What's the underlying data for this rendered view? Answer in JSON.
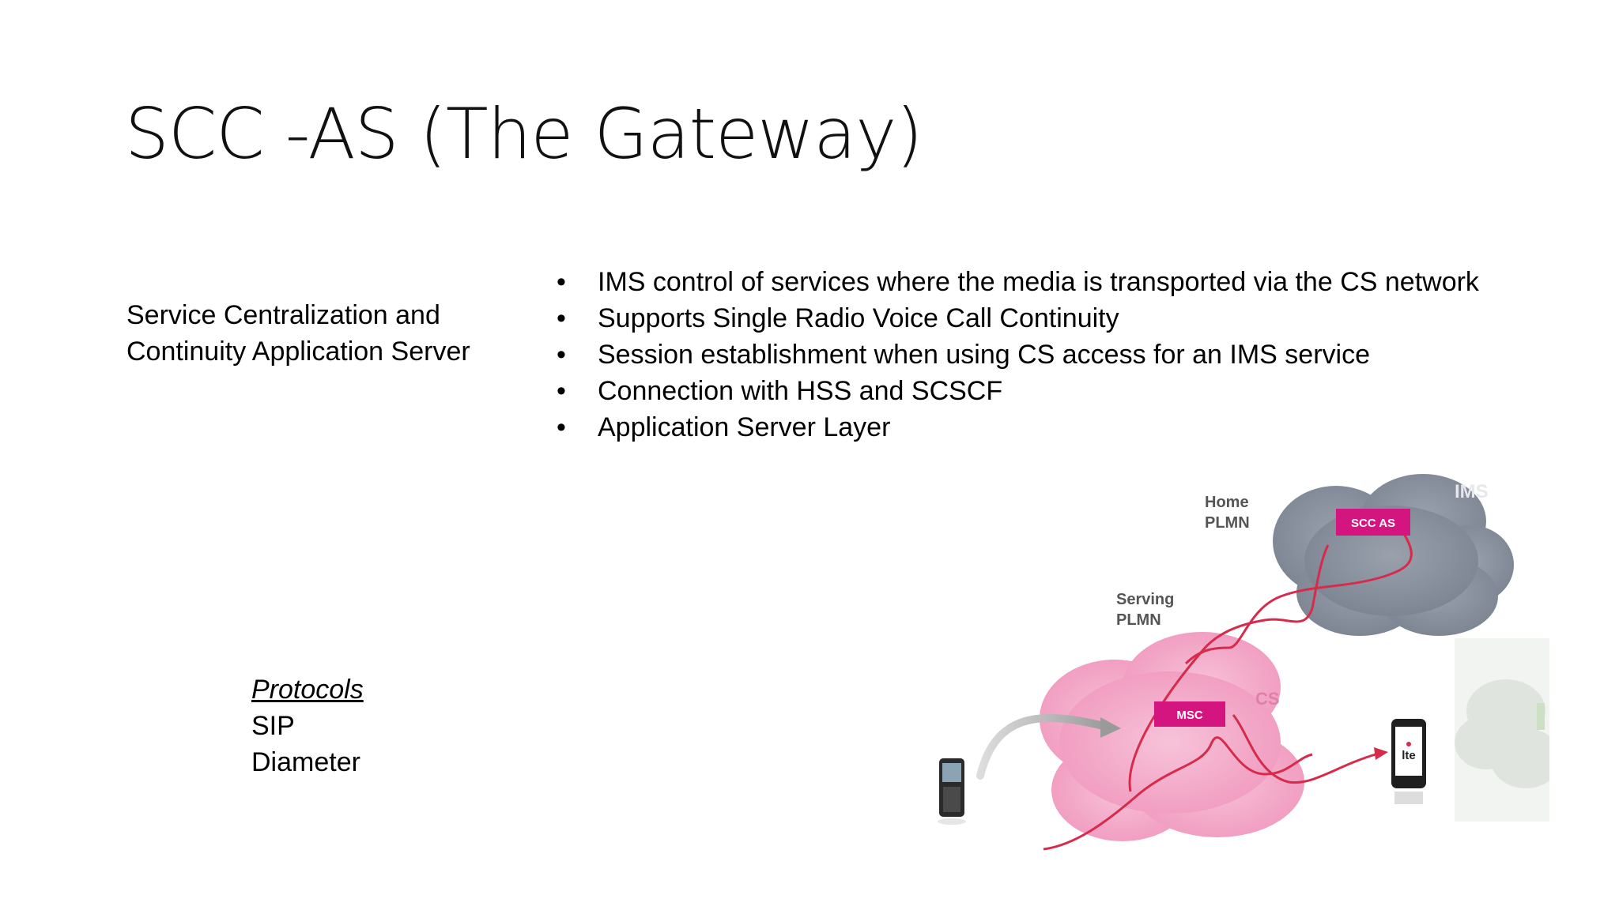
{
  "slide": {
    "title": "SCC -AS (The Gateway)",
    "subtitle_line1": "Service Centralization and",
    "subtitle_line2": "Continuity Application Server",
    "bullets": [
      "IMS control of services where the media is transported via the CS network",
      "Supports Single Radio Voice Call Continuity",
      "Session establishment when using CS access for an IMS service",
      "Connection with HSS and SCSCF",
      "Application Server Layer"
    ],
    "protocols": {
      "heading": "Protocols",
      "items": [
        "SIP",
        "Diameter"
      ]
    }
  },
  "diagram": {
    "home_plmn_line1": "Home",
    "home_plmn_line2": "PLMN",
    "serving_plmn_line1": "Serving",
    "serving_plmn_line2": "PLMN",
    "ims_label": "IMS",
    "cs_label": "CS",
    "scc_as_label": "SCC AS",
    "msc_label": "MSC",
    "lte_label": "lte",
    "colors": {
      "ims_cloud": "#8a92a0",
      "cs_cloud": "#f4a9c8",
      "node_box": "#d4157f",
      "call_path": "#d62b4a"
    }
  }
}
